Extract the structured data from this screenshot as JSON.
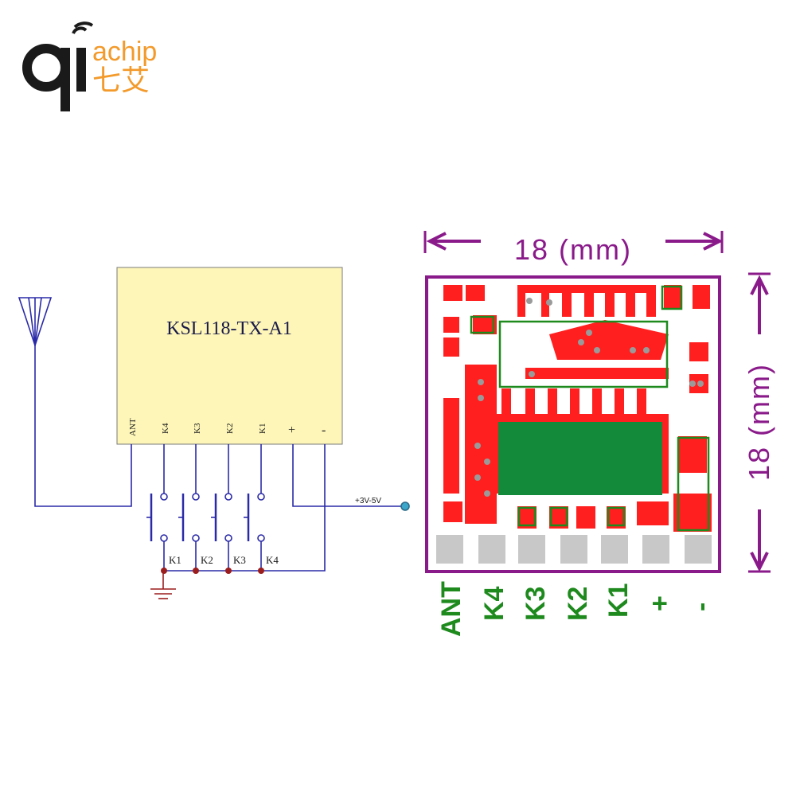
{
  "logo": {
    "mark": "qi",
    "text_en": "achip",
    "text_cn": "七艾",
    "color_dark": "#1a1a1a",
    "color_accent": "#f39a2b"
  },
  "schematic": {
    "module_label": "KSL118-TX-A1",
    "pins": [
      "ANT",
      "K4",
      "K3",
      "K2",
      "K1",
      "+",
      "-"
    ],
    "buttons": [
      "K1",
      "K2",
      "K3",
      "K4"
    ],
    "supply_label": "+3V-5V",
    "module_fill": "#fdf6b8",
    "wire_color": "#2a2aa8",
    "node_color": "#9b1d1d"
  },
  "pcb": {
    "width_label": "18 (mm)",
    "height_label": "18 (mm)",
    "pin_labels": [
      "ANT",
      "K4",
      "K3",
      "K2",
      "K1",
      "+",
      "-"
    ],
    "outline_color": "#8a1a8a",
    "copper_color": "#ff1f1f",
    "silk_color": "#1e8a1e",
    "pad_color": "#c8c8c8"
  }
}
